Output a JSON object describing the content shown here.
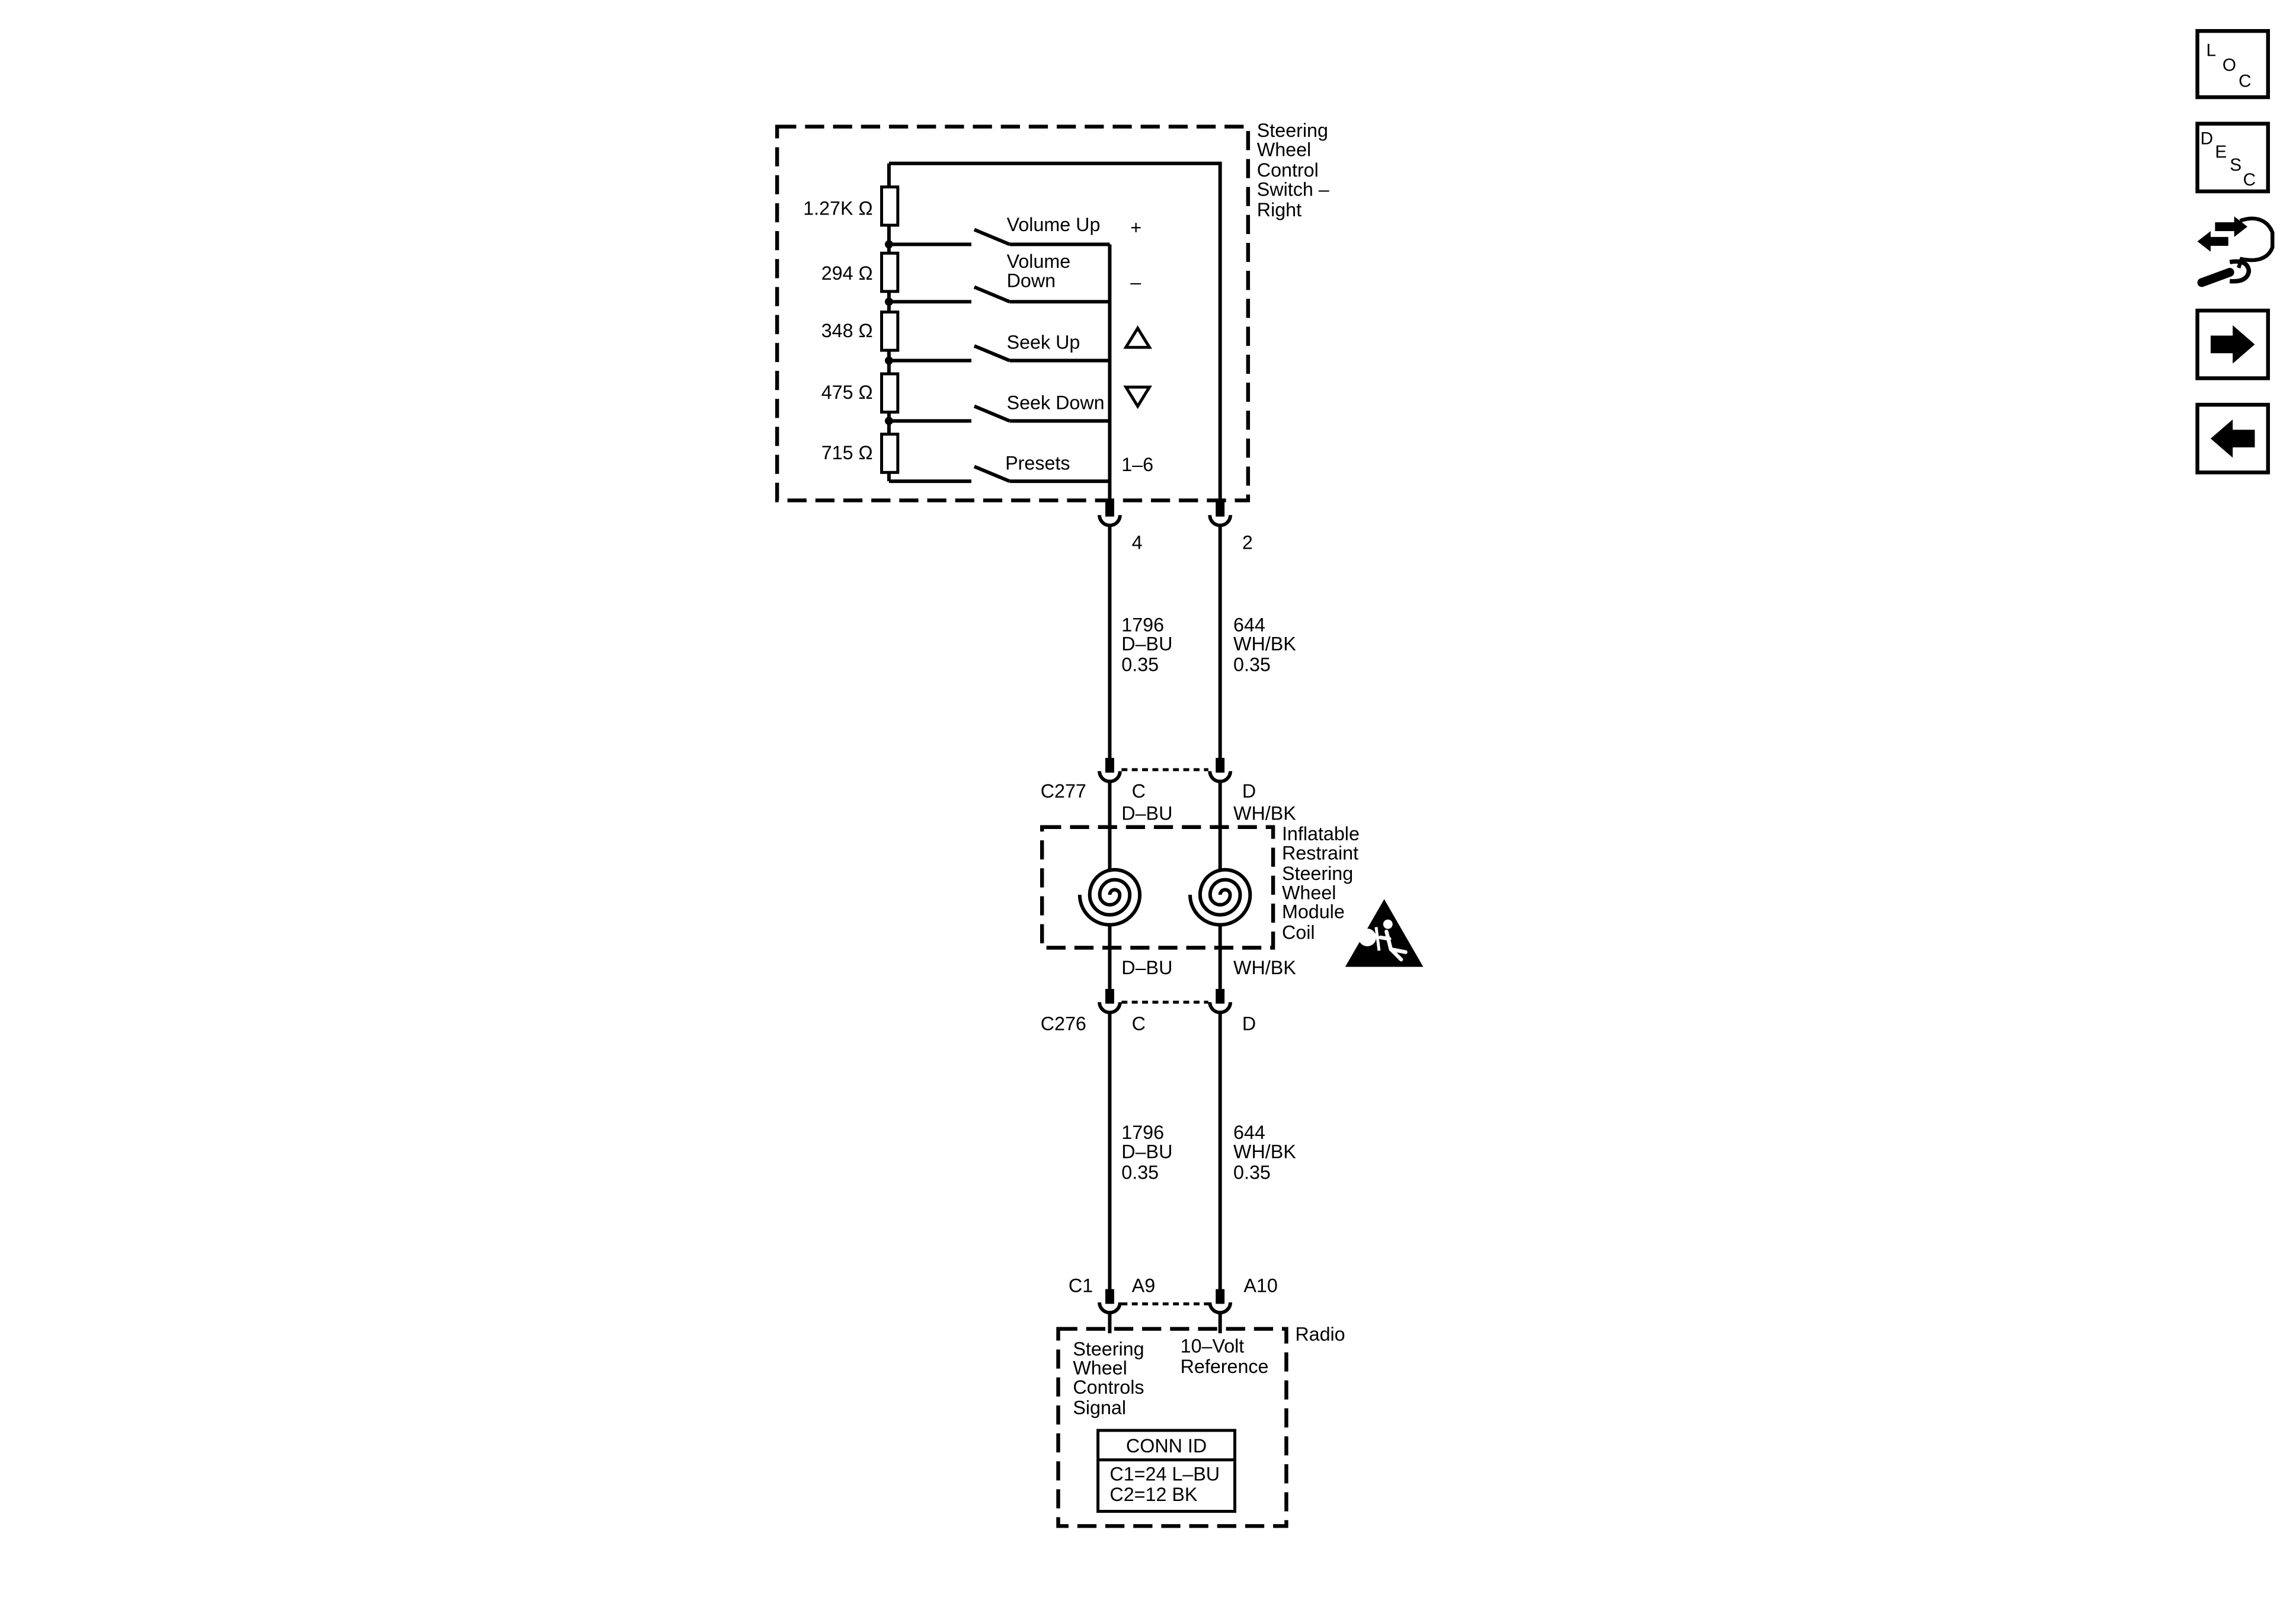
{
  "colors": {
    "ink": "#000000",
    "background": "#ffffff"
  },
  "nav": {
    "loc_letters": [
      "L",
      "O",
      "C"
    ],
    "desc_letters": [
      "D",
      "E",
      "S",
      "C"
    ],
    "icons": [
      "connector-wrench-icon",
      "arrow-right-icon",
      "arrow-left-icon"
    ]
  },
  "switch_assembly": {
    "name_lines": [
      "Steering",
      "Wheel",
      "Control",
      "Switch –",
      "Right"
    ],
    "resistors": [
      "1.27K Ω",
      "294 Ω",
      "348 Ω",
      "475 Ω",
      "715 Ω"
    ],
    "switches": [
      {
        "label": [
          "Volume Up"
        ],
        "marker": "+"
      },
      {
        "label": [
          "Volume",
          "Down"
        ],
        "marker": "–"
      },
      {
        "label": [
          "Seek Up"
        ],
        "marker_icon": "triangle-up-icon"
      },
      {
        "label": [
          "Seek Down"
        ],
        "marker_icon": "triangle-down-icon"
      },
      {
        "label": [
          "Presets"
        ],
        "marker": "1–6"
      }
    ],
    "pins": [
      "4",
      "2"
    ]
  },
  "upper_wires": [
    {
      "circuit": "1796",
      "color": "D–BU",
      "gauge": "0.35"
    },
    {
      "circuit": "644",
      "color": "WH/BK",
      "gauge": "0.35"
    }
  ],
  "c277": {
    "name": "C277",
    "pins": [
      "C",
      "D"
    ],
    "wire_colors": [
      "D–BU",
      "WH/BK"
    ]
  },
  "coil": {
    "name_lines": [
      "Inflatable",
      "Restraint",
      "Steering",
      "Wheel",
      "Module",
      "Coil"
    ],
    "wire_colors": [
      "D–BU",
      "WH/BK"
    ],
    "warning_icon": "airbag-warning-icon"
  },
  "c276": {
    "name": "C276",
    "pins": [
      "C",
      "D"
    ]
  },
  "lower_wires": [
    {
      "circuit": "1796",
      "color": "D–BU",
      "gauge": "0.35"
    },
    {
      "circuit": "644",
      "color": "WH/BK",
      "gauge": "0.35"
    }
  ],
  "radio": {
    "connector": "C1",
    "pins": [
      "A9",
      "A10"
    ],
    "name": "Radio",
    "terminals": [
      [
        "Steering",
        "Wheel",
        "Controls",
        "Signal"
      ],
      [
        "10–Volt",
        "Reference"
      ]
    ],
    "conn_id": {
      "header": "CONN ID",
      "rows": [
        "C1=24 L–BU",
        "C2=12 BK"
      ]
    }
  }
}
